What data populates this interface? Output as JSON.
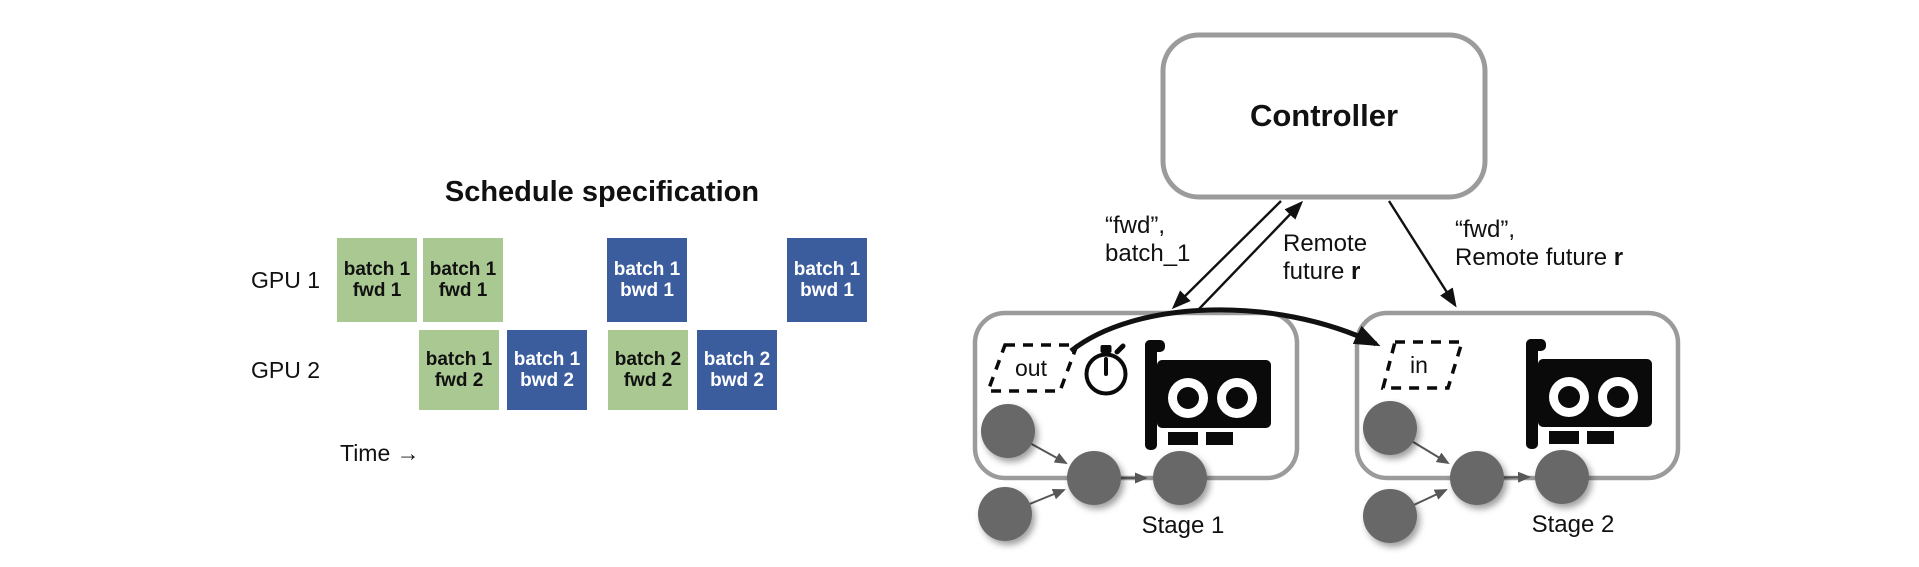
{
  "schedule": {
    "title": "Schedule specification",
    "time_label": "Time →",
    "colors": {
      "fwd": "#aac891",
      "bwd": "#3b5c9d"
    },
    "rows": [
      {
        "label": "GPU 1",
        "blocks": [
          {
            "type": "fwd",
            "label": "batch 1\nfwd 1"
          },
          {
            "type": "fwd",
            "label": "batch 1\nfwd 1"
          },
          {
            "type": "bwd",
            "label": "batch 1\nbwd 1"
          },
          {
            "type": "bwd",
            "label": "batch 1\nbwd 1"
          }
        ]
      },
      {
        "label": "GPU 2",
        "blocks": [
          {
            "type": "fwd",
            "label": "batch 1\nfwd 2"
          },
          {
            "type": "bwd",
            "label": "batch 1\nbwd 2"
          },
          {
            "type": "fwd",
            "label": "batch 2\nfwd 2"
          },
          {
            "type": "bwd",
            "label": "batch 2\nbwd 2"
          }
        ]
      }
    ]
  },
  "runtime": {
    "controller": {
      "label": "Controller"
    },
    "messages": {
      "to_stage1": "“fwd”,\nbatch_1",
      "from_stage1": {
        "prefix": "Remote\nfuture ",
        "bold": "r"
      },
      "to_stage2": {
        "prefix": "“fwd”,\nRemote future ",
        "bold": "r"
      }
    },
    "stage1": {
      "label": "Stage 1",
      "port": "out",
      "icons": [
        "stopwatch-icon",
        "gpu-icon"
      ]
    },
    "stage2": {
      "label": "Stage 2",
      "port": "in",
      "icons": [
        "gpu-icon"
      ]
    }
  },
  "chart_data": {
    "type": "table",
    "title": "Schedule specification",
    "rows": [
      "GPU 1",
      "GPU 2"
    ],
    "time_slots": 6,
    "xlabel": "Time →",
    "tasks": [
      {
        "row": "GPU 1",
        "slot": 1,
        "kind": "forward",
        "label": "batch 1 fwd 1"
      },
      {
        "row": "GPU 1",
        "slot": 2,
        "kind": "forward",
        "label": "batch 1 fwd 1"
      },
      {
        "row": "GPU 1",
        "slot": 4,
        "kind": "backward",
        "label": "batch 1 bwd 1"
      },
      {
        "row": "GPU 1",
        "slot": 6,
        "kind": "backward",
        "label": "batch 1 bwd 1"
      },
      {
        "row": "GPU 2",
        "slot": 2,
        "kind": "forward",
        "label": "batch 1 fwd 2"
      },
      {
        "row": "GPU 2",
        "slot": 3,
        "kind": "backward",
        "label": "batch 1 bwd 2"
      },
      {
        "row": "GPU 2",
        "slot": 4,
        "kind": "forward",
        "label": "batch 2 fwd 2"
      },
      {
        "row": "GPU 2",
        "slot": 5,
        "kind": "backward",
        "label": "batch 2 bwd 2"
      }
    ]
  }
}
